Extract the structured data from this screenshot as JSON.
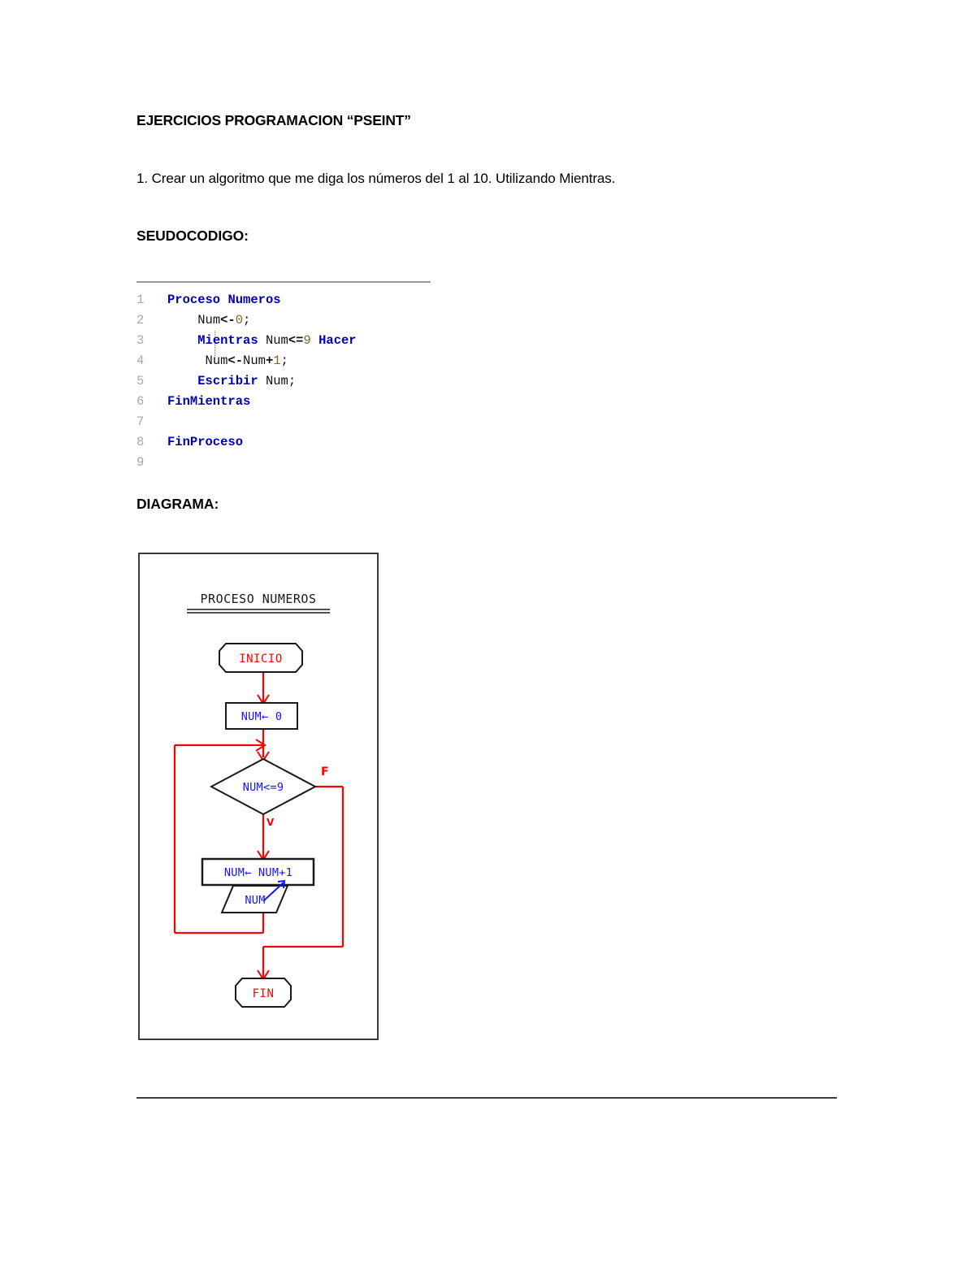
{
  "document": {
    "title": "EJERCICIOS PROGRAMACION “PSEINT”",
    "exercise": "1. Crear un algoritmo que me diga los números del 1 al 10. Utilizando Mientras.",
    "sections": {
      "pseudocode_heading": "SEUDOCODIGO:",
      "diagram_heading": "DIAGRAMA:"
    }
  },
  "code": {
    "language": "PSeInt",
    "lines": [
      {
        "n": "1",
        "text": "Proceso Numeros"
      },
      {
        "n": "2",
        "text": "    Num<-0;"
      },
      {
        "n": "3",
        "text": "    Mientras Num<=9 Hacer"
      },
      {
        "n": "4",
        "text": "     Num<-Num+1;"
      },
      {
        "n": "5",
        "text": "    Escribir Num;"
      },
      {
        "n": "6",
        "text": "FinMientras"
      },
      {
        "n": "7",
        "text": ""
      },
      {
        "n": "8",
        "text": "FinProceso"
      },
      {
        "n": "9",
        "text": ""
      }
    ],
    "tokens": {
      "kw_proceso": "Proceso",
      "kw_numeros": "Numeros",
      "kw_mientras": "Mientras",
      "kw_hacer": "Hacer",
      "kw_escribir": "Escribir",
      "kw_finmientras": "FinMientras",
      "kw_finproceso": "FinProceso",
      "id_num": "Num",
      "op_assign": "<-",
      "op_le": "<=",
      "op_plus": "+",
      "semicolon": ";",
      "val_zero": "0",
      "val_nine": "9",
      "val_one": "1"
    },
    "line_numbers": [
      "1",
      "2",
      "3",
      "4",
      "5",
      "6",
      "7",
      "8",
      "9"
    ]
  },
  "flowchart": {
    "title": "PROCESO NUMEROS",
    "nodes": {
      "start": "INICIO",
      "init": "NUM← 0",
      "condition": "NUM<=9",
      "increment": "NUM← NUM+1",
      "output": "NUM",
      "end": "FIN"
    },
    "branch_labels": {
      "true": "V",
      "false": "F"
    }
  },
  "colors": {
    "keyword": "#0000b4",
    "identifier": "#111111",
    "literal": "#7a6a2a",
    "line_number": "#a8a8a8",
    "flow_connector": "#ff0000",
    "flow_terminator_text": "#ff0000",
    "flow_node_text": "#1414ff",
    "flow_shape_stroke": "#1a1a1a",
    "rule": "#3c3c3c"
  }
}
